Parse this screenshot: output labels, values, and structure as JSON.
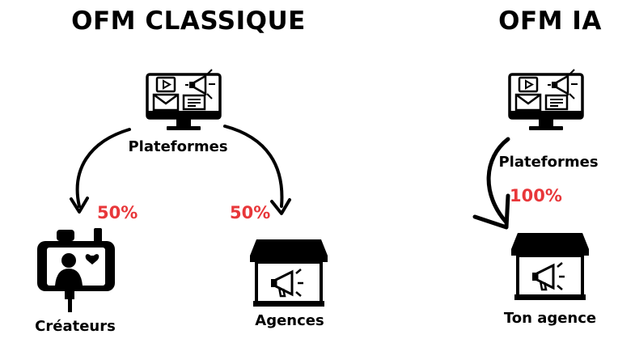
{
  "left": {
    "title": "OFM CLASSIQUE",
    "source_label": "Plateformes",
    "creators_label": "Créateurs",
    "agencies_label": "Agences",
    "creators_pct": "50%",
    "agencies_pct": "50%"
  },
  "right": {
    "title": "OFM IA",
    "source_label": "Plateformes",
    "target_label": "Ton agence",
    "target_pct": "100%"
  },
  "colors": {
    "accent": "#e8373a",
    "ink": "#000000",
    "background": "#ffffff"
  },
  "icons": {
    "platform": "computer-marketing-icon",
    "creators": "phone-selfie-creator-icon",
    "agency": "shop-megaphone-icon"
  }
}
